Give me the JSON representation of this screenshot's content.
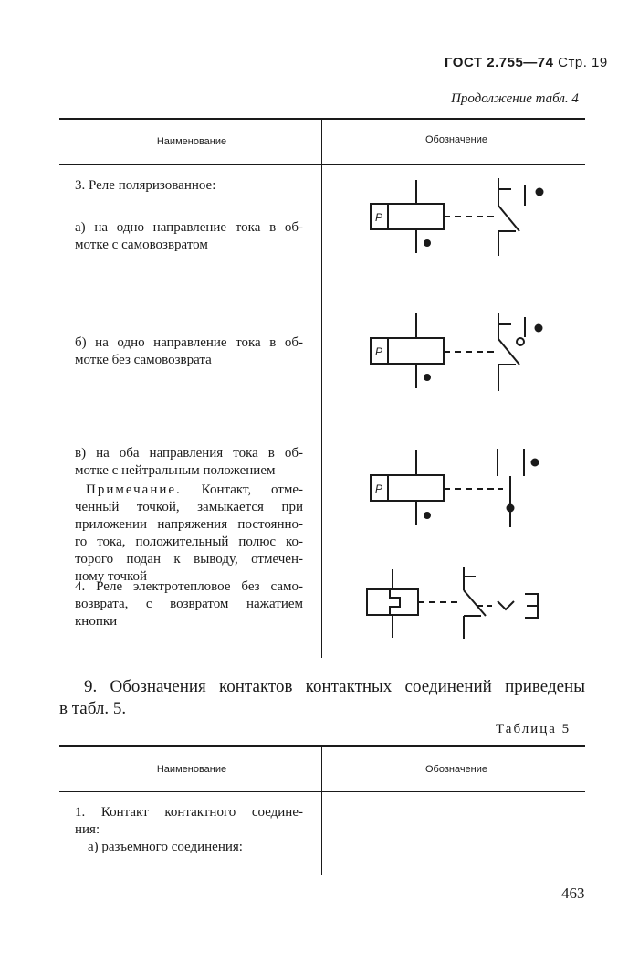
{
  "header": {
    "std": "ГОСТ 2.755—74",
    "page_label": "Стр. 19"
  },
  "continuation": "Продолжение табл. 4",
  "table4": {
    "col_name": "Наименование",
    "col_symbol": "Обозначение",
    "item3_title": "3. Реле поляризованное:",
    "item3a_line1": "а) на одно направление тока в об-",
    "item3a_line2": "мотке с самовозвратом",
    "item3b_line1": "б) на одно направление тока в об-",
    "item3b_line2": "мотке без самовозврата",
    "item3c_line1": "в) на оба направления тока в об-",
    "item3c_line2": "мотке с нейтральным положением",
    "note_line1": "Примечание. Контакт, отме-",
    "note_line2": "ченный точкой, замыкается при",
    "note_line3": "приложении напряжения постоянно-",
    "note_line4": "го тока, положительный полюс ко-",
    "note_line5": "торого подан к выводу, отмечен-",
    "note_line6": "ному точкой",
    "item4_line1": "4. Реле электротепловое без само-",
    "item4_line2": "возврата, с возвратом нажатием",
    "item4_line3": "кнопки",
    "relay_letter": "P"
  },
  "para9_line1": "9. Обозначения контактов контактных соединений приведены",
  "para9_line2": "в табл. 5.",
  "table5": {
    "caption": "Таблица 5",
    "col_name": "Наименование",
    "col_symbol": "Обозначение",
    "item1_line1": "1. Контакт контактного соедине-",
    "item1_line2": "ния:",
    "item1a": "а) разъемного соединения:"
  },
  "page_number": "463"
}
